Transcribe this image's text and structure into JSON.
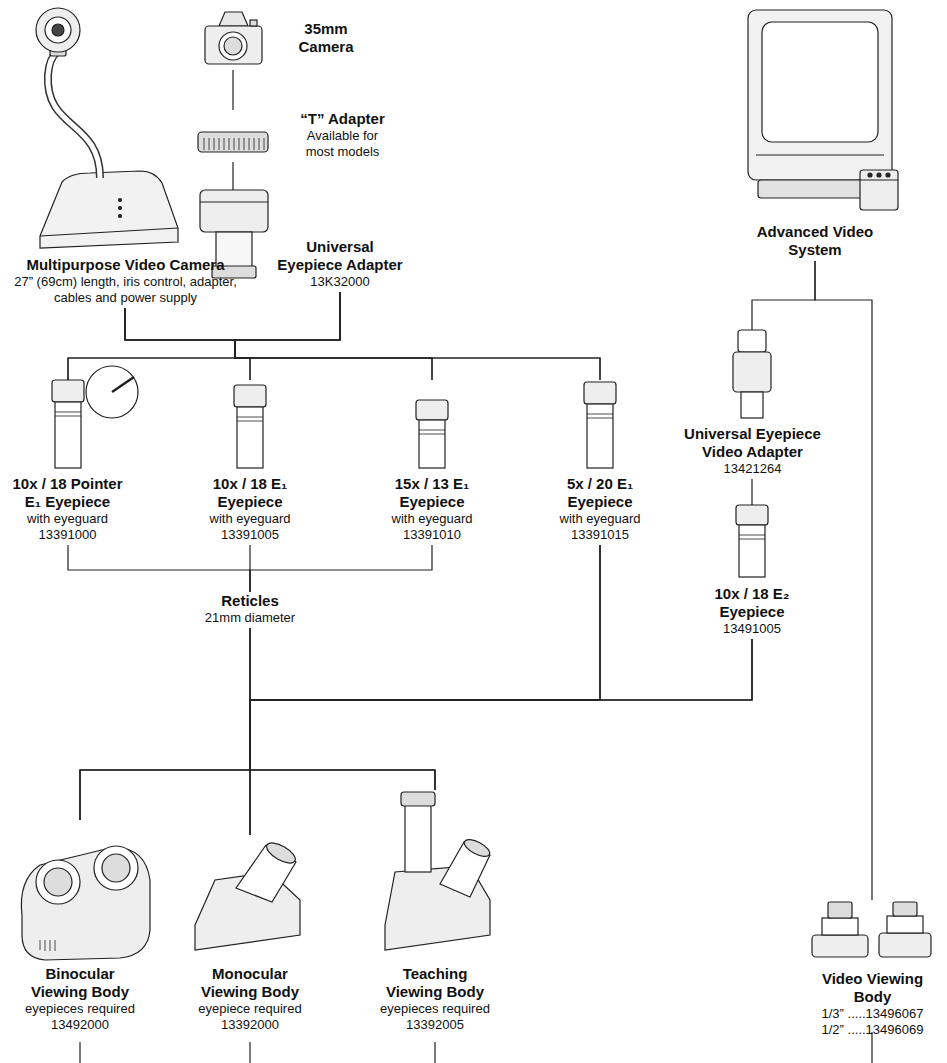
{
  "diagram": {
    "nodes": [
      {
        "text": [
          "Multipurpose Video Camera",
          "27” (69cm) length, iris control, adapter, cables and power supply"
        ]
      },
      {
        "text": [
          "35mm Camera"
        ]
      },
      {
        "text": [
          "“T” Adapter",
          "Available for most models"
        ]
      },
      {
        "text": [
          "Universal Eyepiece Adapter",
          "13K32000"
        ]
      },
      {
        "text": [
          "Advanced Video System"
        ]
      },
      {
        "text": [
          "10x / 18 Pointer E₁ Eyepiece",
          "with eyeguard",
          "13391000"
        ]
      },
      {
        "text": [
          "10x / 18 E₁ Eyepiece",
          "with eyeguard",
          "13391005"
        ]
      },
      {
        "text": [
          "15x / 13 E₁ Eyepiece",
          "with eyeguard",
          "13391010"
        ]
      },
      {
        "text": [
          "5x / 20 E₁ Eyepiece",
          "with eyeguard",
          "13391015"
        ]
      },
      {
        "text": [
          "Universal Eyepiece Video Adapter",
          "13421264"
        ]
      },
      {
        "text": [
          "10x / 18 E₂ Eyepiece",
          "13491005"
        ]
      },
      {
        "text": [
          "Reticles",
          "21mm diameter"
        ]
      },
      {
        "text": [
          "Binocular Viewing Body",
          "eyepieces required",
          "13492000"
        ]
      },
      {
        "text": [
          "Monocular Viewing Body",
          "eyepiece required",
          "13392000"
        ]
      },
      {
        "text": [
          "Teaching Viewing Body",
          "eyepieces required",
          "13392005"
        ]
      },
      {
        "text": [
          "Video Viewing Body",
          "1/3” .....13496067",
          "1/2” .....13496069"
        ]
      }
    ],
    "edges": [
      {
        "from": 1,
        "to": 2,
        "arrow": "none"
      },
      {
        "from": 2,
        "to": 3,
        "arrow": "none"
      },
      {
        "from": 0,
        "to": 5,
        "arrow": "none"
      },
      {
        "from": 0,
        "to": 6,
        "arrow": "none"
      },
      {
        "from": 0,
        "to": 7,
        "arrow": "none"
      },
      {
        "from": 0,
        "to": 8,
        "arrow": "none"
      },
      {
        "from": 3,
        "to": 5,
        "arrow": "none"
      },
      {
        "from": 3,
        "to": 6,
        "arrow": "none"
      },
      {
        "from": 3,
        "to": 7,
        "arrow": "none"
      },
      {
        "from": 3,
        "to": 8,
        "arrow": "none"
      },
      {
        "from": 4,
        "to": 9,
        "arrow": "none"
      },
      {
        "from": 9,
        "to": 10,
        "arrow": "none"
      },
      {
        "from": 4,
        "to": 15,
        "arrow": "none"
      },
      {
        "from": 5,
        "to": 11,
        "arrow": "none"
      },
      {
        "from": 6,
        "to": 11,
        "arrow": "none"
      },
      {
        "from": 7,
        "to": 11,
        "arrow": "none"
      },
      {
        "from": 11,
        "to": 12,
        "arrow": "none"
      },
      {
        "from": 11,
        "to": 13,
        "arrow": "none"
      },
      {
        "from": 11,
        "to": 14,
        "arrow": "none"
      },
      {
        "from": 8,
        "to": 12,
        "arrow": "none"
      },
      {
        "from": 8,
        "to": 13,
        "arrow": "none"
      },
      {
        "from": 8,
        "to": 14,
        "arrow": "none"
      },
      {
        "from": 10,
        "to": 12,
        "arrow": "none"
      },
      {
        "from": 10,
        "to": 13,
        "arrow": "none"
      },
      {
        "from": 10,
        "to": 14,
        "arrow": "none"
      }
    ]
  }
}
